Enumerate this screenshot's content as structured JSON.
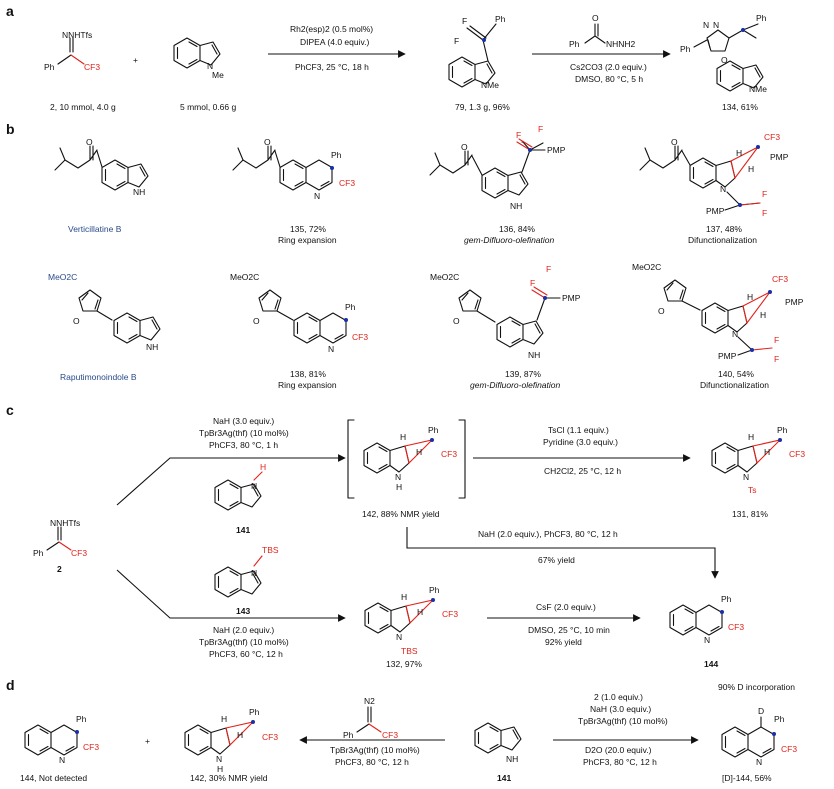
{
  "sections": {
    "a": "a",
    "b": "b",
    "c": "c",
    "d": "d"
  },
  "colors": {
    "highlight": "#e0231b",
    "dot": "#1b2fa6",
    "natural_product": "#2a4a8a"
  },
  "atoms": {
    "NNHTf": "NNHTfs",
    "N": "N",
    "NH": "NH",
    "H": "H",
    "Me": "Me",
    "NMe": "NMe",
    "Ph": "Ph",
    "CF3": "CF3",
    "F": "F",
    "O": "O",
    "PMP": "PMP",
    "MeO2C": "MeO2C",
    "TBS": "TBS",
    "Ts": "Ts",
    "D": "D",
    "N2": "N2",
    "NHNH2": "NHNH2",
    "plus": "+"
  },
  "a": {
    "reagent_label": "2, 10 mmol, 4.0 g",
    "indole_label": "5 mmol, 0.66 g",
    "step1_above_1": "Rh2(esp)2 (0.5 mol%)",
    "step1_above_2": "DIPEA (4.0 equiv.)",
    "step1_below": "PhCF3, 25 °C, 18 h",
    "product1_label": "79, 1.3 g, 96%",
    "step2_below_1": "Cs2CO3 (2.0 equiv.)",
    "step2_below_2": "DMSO, 80 °C, 5 h",
    "product2_label": "134, 61%"
  },
  "b": {
    "np1_name": "Verticillatine B",
    "np2_name": "Raputimonoindole B",
    "p135_label": "135, 72%",
    "p135_type": "Ring expansion",
    "p136_label": "136, 84%",
    "p136_type": "gem-Difluoro-olefination",
    "p137_label": "137, 48%",
    "p137_type": "Difunctionalization",
    "p138_label": "138, 81%",
    "p138_type": "Ring expansion",
    "p139_label": "139, 87%",
    "p139_type": "gem-Difluoro-olefination",
    "p140_label": "140, 54%",
    "p140_type": "Difunctionalization"
  },
  "c": {
    "reagent_label": "2",
    "top_cond_1": "NaH (3.0 equiv.)",
    "top_cond_2": "TpBr3Ag(thf) (10 mol%)",
    "top_cond_3": "PhCF3, 80 °C, 1 h",
    "sm141_label": "141",
    "p142_label": "142, 88% NMR yield",
    "ts_cond_1": "TsCl (1.1 equiv.)",
    "ts_cond_2": "Pyridine (3.0 equiv.)",
    "ts_cond_3": "CH2Cl2, 25 °C, 12 h",
    "p131_label": "131, 81%",
    "down_cond_1": "NaH (2.0 equiv.), PhCF3, 80 °C, 12 h",
    "down_cond_2": "67% yield",
    "sm143_label": "143",
    "bot_cond_1": "NaH (2.0 equiv.)",
    "bot_cond_2": "TpBr3Ag(thf) (10 mol%)",
    "bot_cond_3": "PhCF3, 60 °C, 12 h",
    "p132_label": "132, 97%",
    "csf_cond_1": "CsF (2.0 equiv.)",
    "csf_cond_2": "DMSO, 25 °C, 10 min",
    "csf_cond_3": "92% yield",
    "p144_label": "144"
  },
  "d": {
    "p144_label": "144, Not detected",
    "p142_label": "142, 30% NMR yield",
    "left_cond_1": "TpBr3Ag(thf) (10 mol%)",
    "left_cond_2": "PhCF3, 80 °C, 12 h",
    "sm141_label": "141",
    "right_cond_1": "2 (1.0 equiv.)",
    "right_cond_2": "NaH (3.0 equiv.)",
    "right_cond_3": "TpBr3Ag(thf) (10 mol%)",
    "right_cond_4": "D2O (20.0 equiv.)",
    "right_cond_5": "PhCF3, 80 °C, 12 h",
    "d_incorp": "90% D incorporation",
    "pD144_label": "[D]-144, 56%"
  }
}
